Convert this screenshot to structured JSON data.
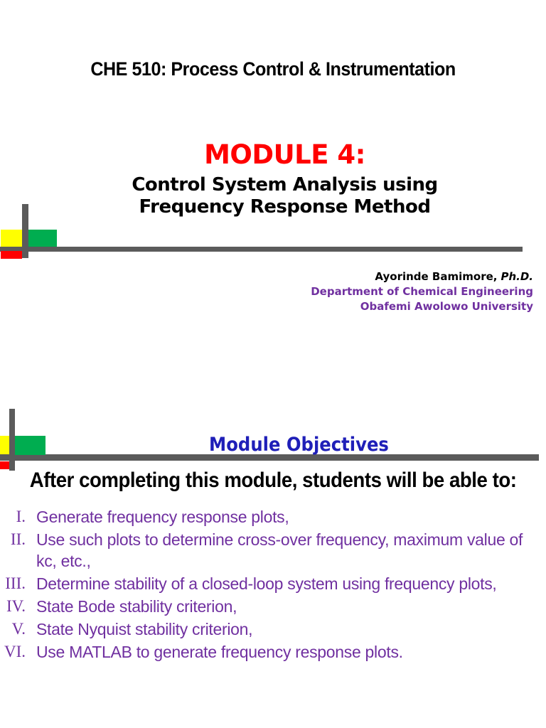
{
  "slide1": {
    "course_title": "CHE 510: Process Control & Instrumentation",
    "module_title": "MODULE 4:",
    "subtitle_line1": "Control System Analysis using",
    "subtitle_line2": "Frequency Response Method",
    "author": {
      "name": "Ayorinde Bamimore,",
      "degree": "Ph.D.",
      "department": "Department of Chemical Engineering",
      "university": "Obafemi Awolowo University"
    }
  },
  "slide2": {
    "heading": "Module Objectives",
    "lead": "After completing this module, students will be able to:",
    "objectives": [
      {
        "numeral": "I.",
        "lines": [
          "Generate frequency response plots,"
        ]
      },
      {
        "numeral": "II.",
        "lines": [
          "Use such plots to determine cross-over frequency, maximum value of",
          "kc, etc.,"
        ]
      },
      {
        "numeral": "III.",
        "lines": [
          "Determine stability of a closed-loop system using frequency plots,"
        ]
      },
      {
        "numeral": "IV.",
        "lines": [
          "State Bode stability criterion,"
        ]
      },
      {
        "numeral": "V.",
        "lines": [
          "State Nyquist stability criterion,"
        ]
      },
      {
        "numeral": "VI.",
        "lines": [
          "Use MATLAB to generate frequency response plots."
        ]
      }
    ]
  },
  "colors": {
    "title_red": "#ff0000",
    "heading_blue": "#1f1fb8",
    "body_purple": "#7030a0",
    "accent_gray": "#5b5b5b",
    "accent_yellow": "#ffff00",
    "accent_green": "#00ad50",
    "accent_red": "#ff0000",
    "page_background": "#ffffff"
  }
}
